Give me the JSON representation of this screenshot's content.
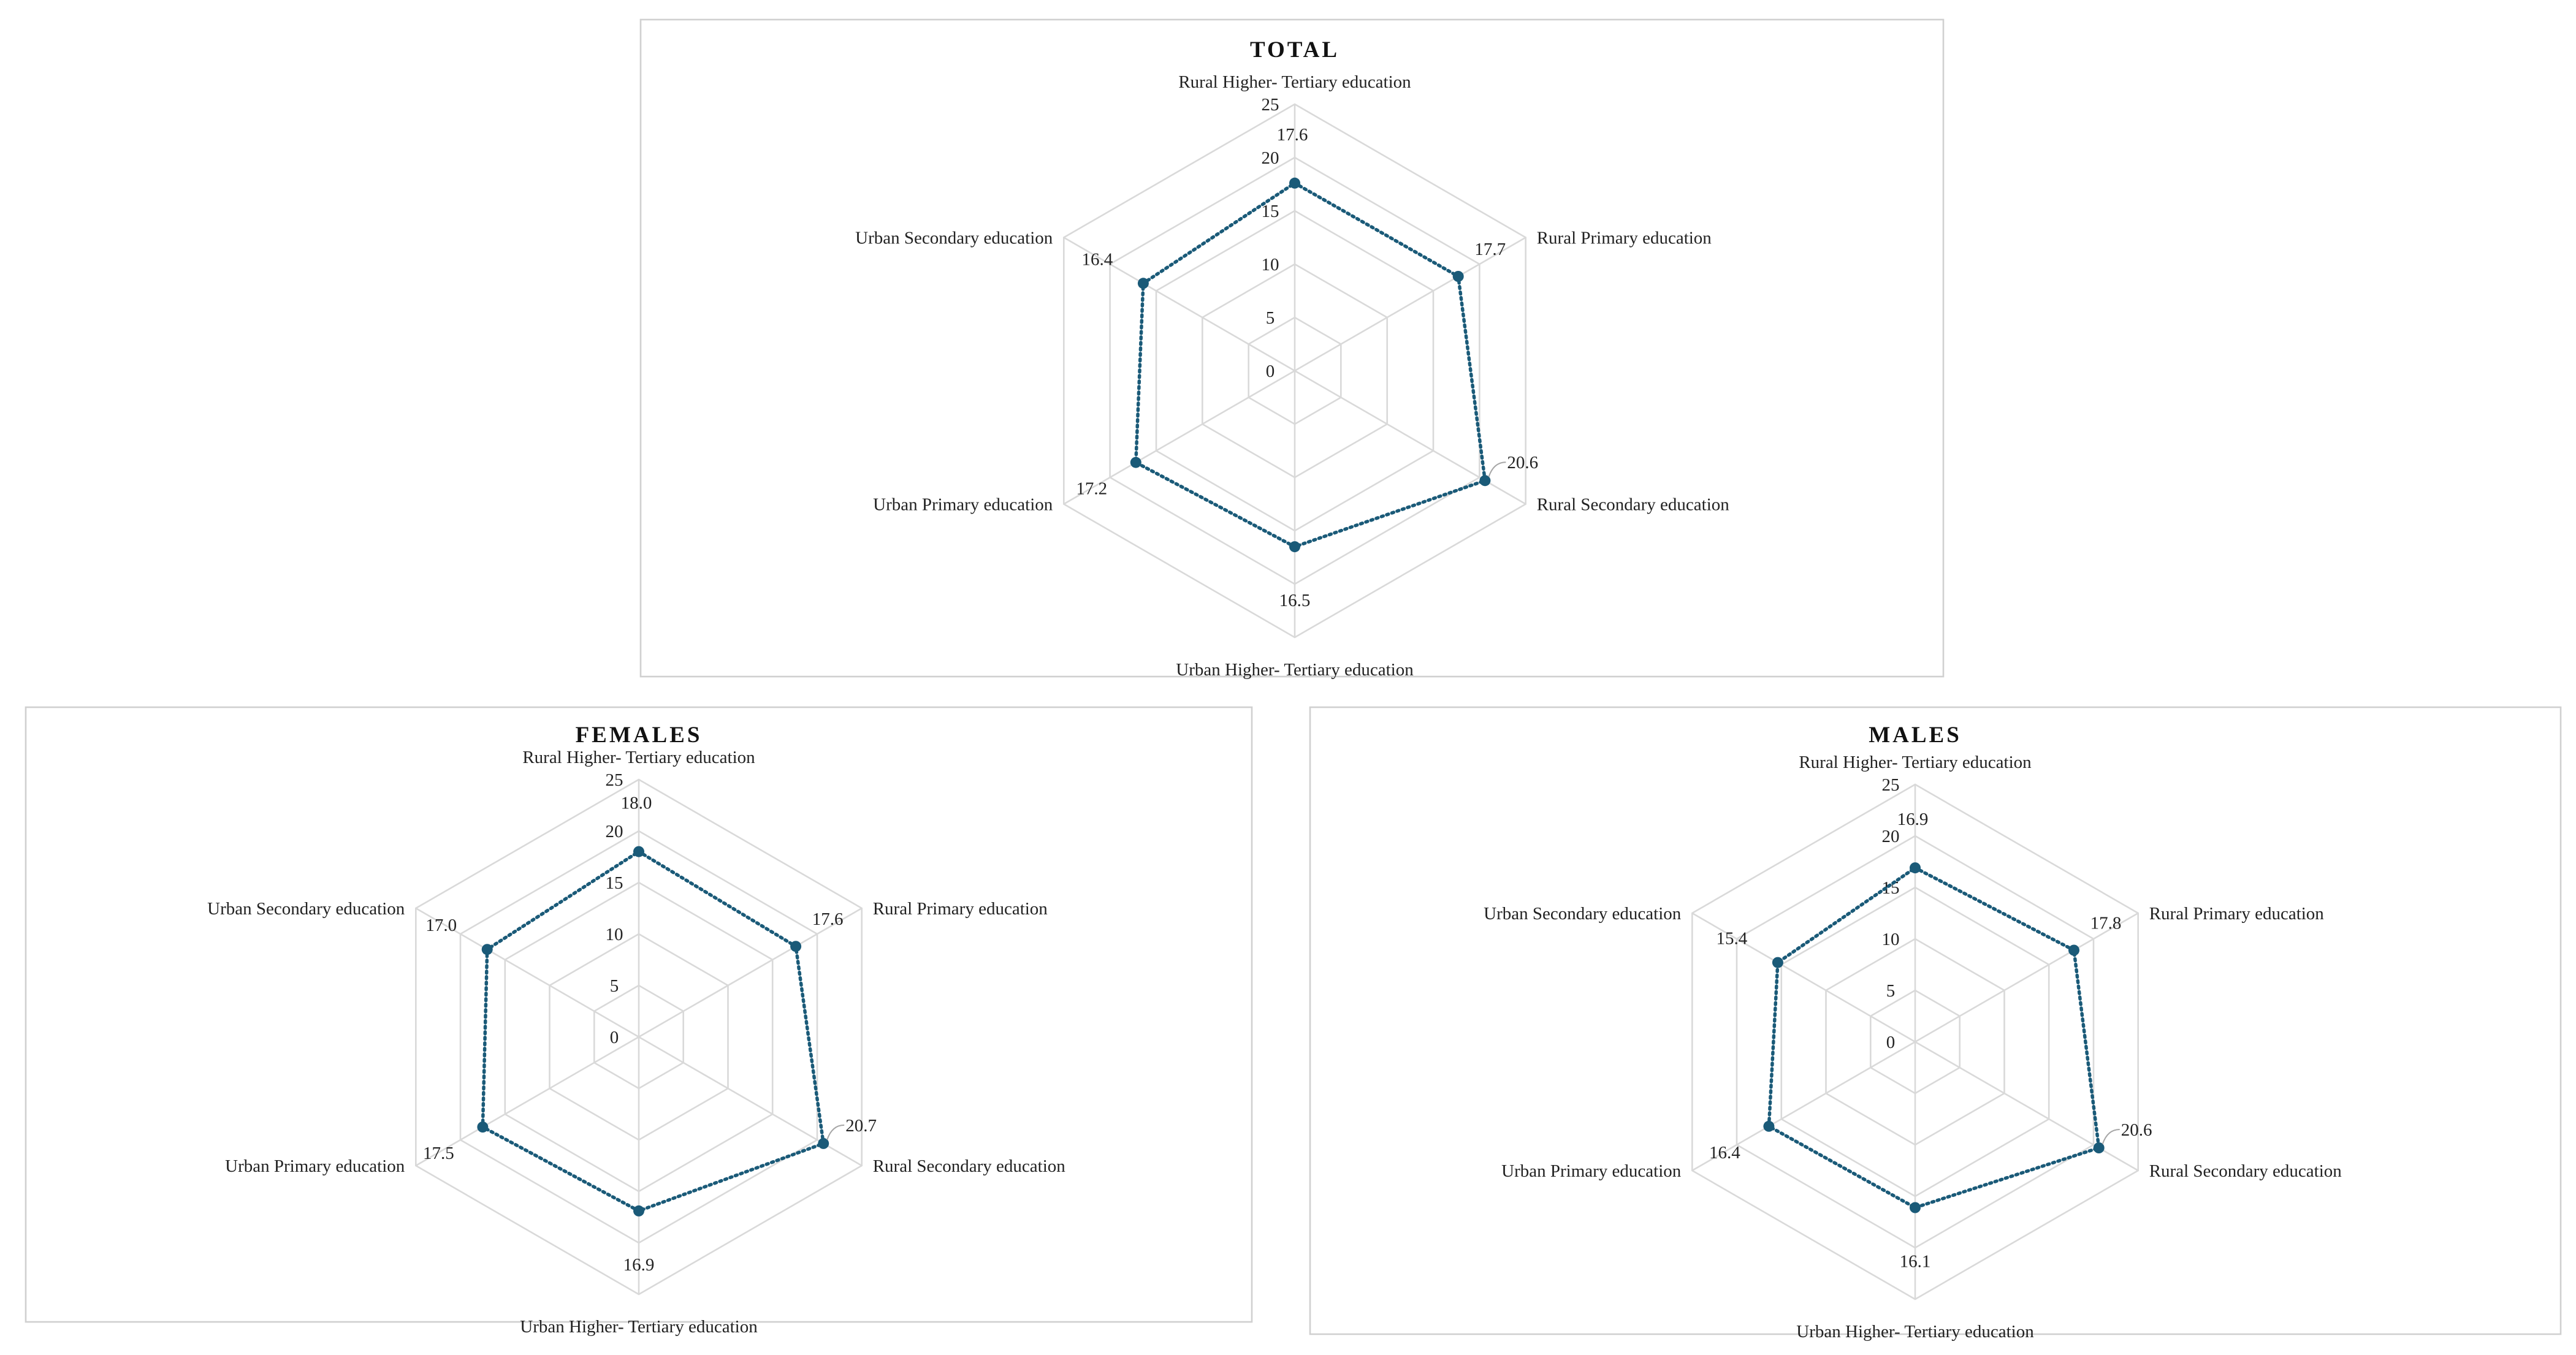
{
  "colors": {
    "series": "#1a5a78",
    "grid": "#d9d9d9",
    "frame": "#d0d0d0",
    "text": "#222222"
  },
  "chart_data": [
    {
      "type": "radar",
      "title": "TOTAL",
      "categories": [
        "Rural Higher- Tertiary education",
        "Rural Primary education",
        "Rural Secondary education",
        "Urban Higher- Tertiary education",
        "Urban Primary education",
        "Urban Secondary education"
      ],
      "radial_ticks": [
        "0",
        "5",
        "10",
        "15",
        "20",
        "25"
      ],
      "rlim": [
        0,
        25
      ],
      "grid": true,
      "legend": "none",
      "series": [
        {
          "values": [
            17.6,
            17.7,
            20.6,
            16.5,
            17.2,
            16.4
          ],
          "labels": [
            "17.6",
            "17.7",
            "20.6",
            "16.5",
            "17.2",
            "16.4"
          ],
          "marker": "circle",
          "line_style": "dotted"
        }
      ]
    },
    {
      "type": "radar",
      "title": "FEMALES",
      "categories": [
        "Rural Higher- Tertiary education",
        "Rural Primary education",
        "Rural Secondary education",
        "Urban Higher- Tertiary education",
        "Urban Primary education",
        "Urban Secondary education"
      ],
      "radial_ticks": [
        "0",
        "5",
        "10",
        "15",
        "20",
        "25"
      ],
      "rlim": [
        0,
        25
      ],
      "grid": true,
      "legend": "none",
      "series": [
        {
          "values": [
            18.0,
            17.6,
            20.7,
            16.9,
            17.5,
            17.0
          ],
          "labels": [
            "18.0",
            "17.6",
            "20.7",
            "16.9",
            "17.5",
            "17.0"
          ],
          "marker": "circle",
          "line_style": "dotted"
        }
      ]
    },
    {
      "type": "radar",
      "title": "MALES",
      "categories": [
        "Rural Higher- Tertiary education",
        "Rural Primary education",
        "Rural Secondary education",
        "Urban Higher- Tertiary education",
        "Urban Primary education",
        "Urban Secondary education"
      ],
      "radial_ticks": [
        "0",
        "5",
        "10",
        "15",
        "20",
        "25"
      ],
      "rlim": [
        0,
        25
      ],
      "grid": true,
      "legend": "none",
      "series": [
        {
          "values": [
            16.9,
            17.8,
            20.6,
            16.1,
            16.4,
            15.4
          ],
          "labels": [
            "16.9",
            "17.8",
            "20.6",
            "16.1",
            "16.4",
            "15.4"
          ],
          "marker": "circle",
          "line_style": "dotted"
        }
      ]
    }
  ]
}
